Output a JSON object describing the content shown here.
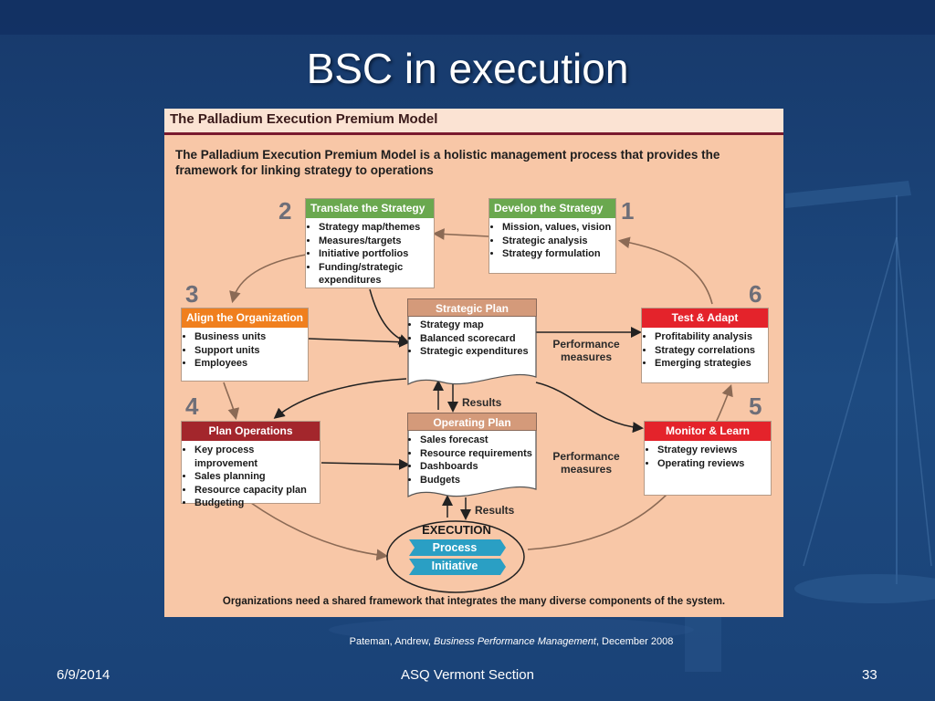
{
  "slide": {
    "title": "BSC in execution",
    "caption_author": "Pateman, Andrew, ",
    "caption_source": "Business Performance Management",
    "caption_date": ", December 2008",
    "footer_date": "6/9/2014",
    "footer_center": "ASQ Vermont Section",
    "footer_page": "33"
  },
  "figure": {
    "title": "The Palladium Execution Premium Model",
    "intro": "The Palladium Execution Premium Model is a holistic management process that provides the framework for linking strategy to operations",
    "bottom_note": "Organizations need a shared framework that integrates the many diverse components of the system.",
    "numbers": [
      "1",
      "2",
      "3",
      "4",
      "5",
      "6"
    ],
    "boxes": {
      "develop": {
        "title": "Develop the Strategy",
        "color": "#6aa84f",
        "items": [
          "Mission, values, vision",
          "Strategic analysis",
          "Strategy formulation"
        ]
      },
      "translate": {
        "title": "Translate the Strategy",
        "color": "#6aa84f",
        "items": [
          "Strategy map/themes",
          "Measures/targets",
          "Initiative portfolios",
          "Funding/strategic expenditures"
        ]
      },
      "align": {
        "title": "Align the Organization",
        "color": "#f07f1e",
        "items": [
          "Business units",
          "Support units",
          "Employees"
        ]
      },
      "plan": {
        "title": "Plan Operations",
        "color": "#a3262c",
        "items": [
          "Key process improvement",
          "Sales planning",
          "Resource capacity plan",
          "Budgeting"
        ]
      },
      "test": {
        "title": "Test & Adapt",
        "color": "#e4232b",
        "items": [
          "Profitability analysis",
          "Strategy correlations",
          "Emerging strategies"
        ]
      },
      "monitor": {
        "title": "Monitor & Learn",
        "color": "#e4232b",
        "items": [
          "Strategy reviews",
          "Operating reviews"
        ]
      }
    },
    "strategic_plan": {
      "title": "Strategic Plan",
      "items": [
        "Strategy map",
        "Balanced scorecard",
        "Strategic expenditures"
      ]
    },
    "operating_plan": {
      "title": "Operating Plan",
      "items": [
        "Sales forecast",
        "Resource requirements",
        "Dashboards",
        "Budgets"
      ]
    },
    "labels": {
      "performance_measures_top": [
        "Performance",
        "measures"
      ],
      "performance_measures_bottom": [
        "Performance",
        "measures"
      ],
      "results_top": "Results",
      "results_bottom": "Results"
    },
    "execution": {
      "title": "EXECUTION",
      "process": "Process",
      "initiative": "Initiative",
      "band_color": "#2a9fc4"
    }
  }
}
